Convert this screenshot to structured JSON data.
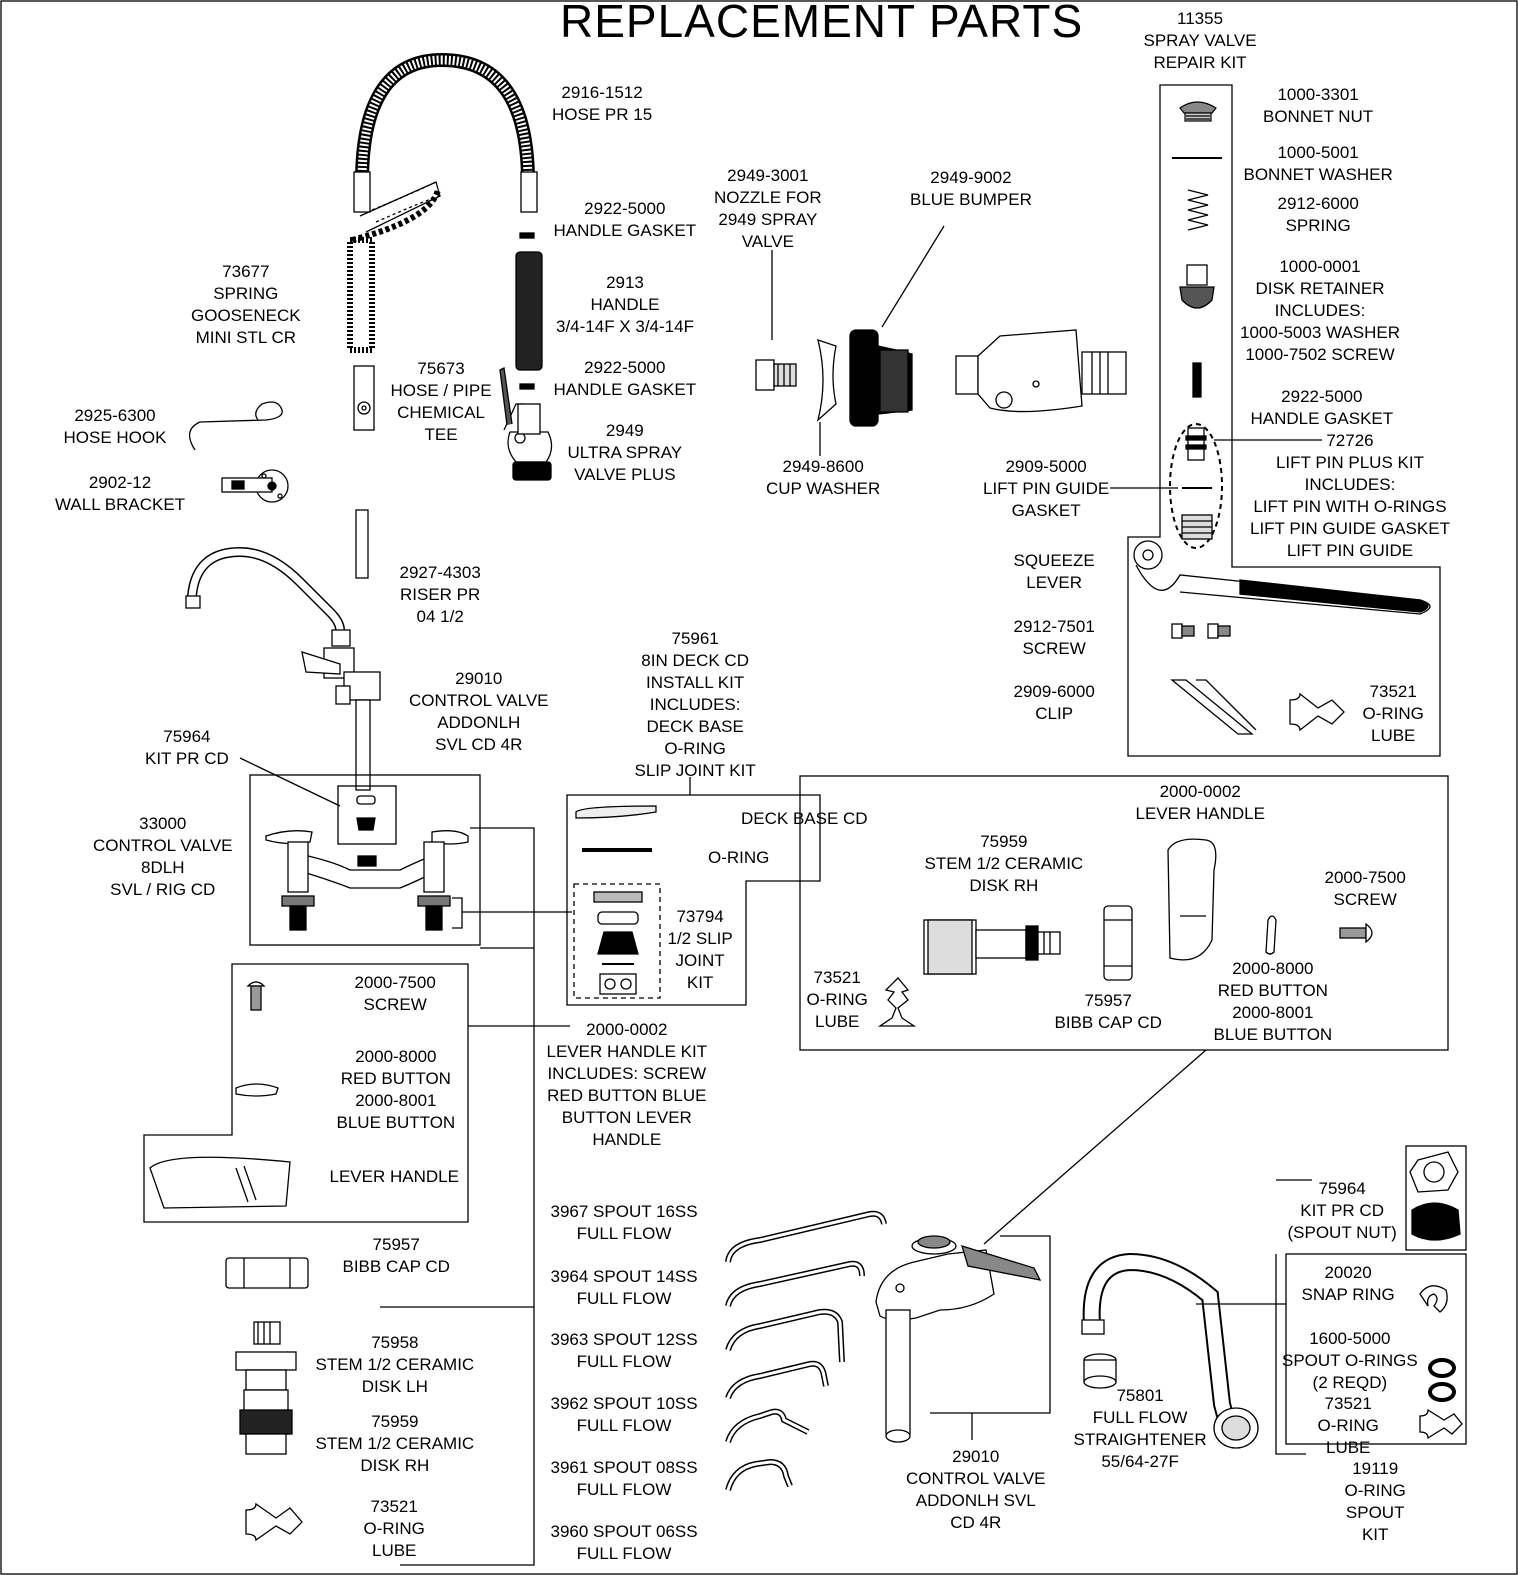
{
  "title": "REPLACEMENT PARTS",
  "labels": {
    "spray_valve_repair_kit": [
      "11355",
      "SPRAY VALVE",
      "REPAIR KIT"
    ],
    "bonnet_nut": [
      "1000-3301",
      "BONNET NUT"
    ],
    "bonnet_washer": [
      "1000-5001",
      "BONNET WASHER"
    ],
    "spring": [
      "2912-6000",
      "SPRING"
    ],
    "disk_retainer": [
      "1000-0001",
      "DISK RETAINER",
      "INCLUDES:",
      "1000-5003 WASHER",
      "1000-7502 SCREW"
    ],
    "handle_gasket_r": [
      "2922-5000",
      "HANDLE GASKET"
    ],
    "lift_pin_kit": [
      "72726",
      "LIFT PIN PLUS KIT",
      "INCLUDES:",
      "LIFT PIN WITH O-RINGS",
      "LIFT PIN GUIDE GASKET",
      "LIFT PIN GUIDE"
    ],
    "lift_pin_guide_gasket": [
      "2909-5000",
      "LIFT PIN GUIDE",
      "GASKET"
    ],
    "squeeze_lever": [
      "SQUEEZE",
      "LEVER"
    ],
    "screw_2912": [
      "2912-7501",
      "SCREW"
    ],
    "clip": [
      "2909-6000",
      "CLIP"
    ],
    "oring_lube_a": [
      "73521",
      "O-RING",
      "LUBE"
    ],
    "hose": [
      "2916-1512",
      "HOSE PR 15"
    ],
    "handle_gasket_1": [
      "2922-5000",
      "HANDLE GASKET"
    ],
    "handle_2913": [
      "2913",
      "HANDLE",
      "3/4-14F X 3/4-14F"
    ],
    "handle_gasket_2": [
      "2922-5000",
      "HANDLE GASKET"
    ],
    "ultra_spray": [
      "2949",
      "ULTRA SPRAY",
      "VALVE PLUS"
    ],
    "nozzle": [
      "2949-3001",
      "NOZZLE FOR",
      "2949 SPRAY",
      "VALVE"
    ],
    "blue_bumper": [
      "2949-9002",
      "BLUE BUMPER"
    ],
    "cup_washer": [
      "2949-8600",
      "CUP WASHER"
    ],
    "spring_gooseneck": [
      "73677",
      "SPRING",
      "GOOSENECK",
      "MINI STL CR"
    ],
    "chemical_tee": [
      "75673",
      "HOSE / PIPE",
      "CHEMICAL",
      "TEE"
    ],
    "hose_hook": [
      "2925-6300",
      "HOSE HOOK"
    ],
    "wall_bracket": [
      "2902-12",
      "WALL BRACKET"
    ],
    "riser": [
      "2927-4303",
      "RISER PR",
      "04 1/2"
    ],
    "control_valve_29010": [
      "29010",
      "CONTROL VALVE",
      "ADDONLH",
      "SVL CD 4R"
    ],
    "deck_install_kit": [
      "75961",
      "8IN DECK CD",
      "INSTALL KIT",
      "INCLUDES:",
      "DECK BASE",
      "O-RING",
      "SLIP JOINT KIT"
    ],
    "kit_pr_cd": [
      "75964",
      "KIT PR CD"
    ],
    "control_valve_33000": [
      "33000",
      "CONTROL VALVE",
      "8DLH",
      "SVL / RIG CD"
    ],
    "deck_base": [
      "DECK BASE CD"
    ],
    "oring": [
      "O-RING"
    ],
    "slip_joint": [
      "73794",
      "1/2 SLIP",
      "JOINT",
      "KIT"
    ],
    "screw_2000_l": [
      "2000-7500",
      "SCREW"
    ],
    "buttons_l": [
      "2000-8000",
      "RED BUTTON",
      "2000-8001",
      "BLUE BUTTON"
    ],
    "lever_handle_l": [
      "LEVER HANDLE"
    ],
    "lever_handle_kit": [
      "2000-0002",
      "LEVER HANDLE KIT",
      "INCLUDES: SCREW",
      "RED BUTTON BLUE",
      "BUTTON LEVER",
      "HANDLE"
    ],
    "bibb_cap_l": [
      "75957",
      "BIBB CAP CD"
    ],
    "stem_lh": [
      "75958",
      "STEM 1/2 CERAMIC",
      "DISK LH"
    ],
    "stem_rh_l": [
      "75959",
      "STEM 1/2 CERAMIC",
      "DISK RH"
    ],
    "oring_lube_b": [
      "73521",
      "O-RING",
      "LUBE"
    ],
    "lever_handle_r": [
      "2000-0002",
      "LEVER HANDLE"
    ],
    "stem_rh_r": [
      "75959",
      "STEM 1/2 CERAMIC",
      "DISK RH"
    ],
    "screw_2000_r": [
      "2000-7500",
      "SCREW"
    ],
    "oring_lube_c": [
      "73521",
      "O-RING",
      "LUBE"
    ],
    "bibb_cap_r": [
      "75957",
      "BIBB CAP CD"
    ],
    "buttons_r": [
      "2000-8000",
      "RED BUTTON",
      "2000-8001",
      "BLUE BUTTON"
    ],
    "spout_16": [
      "3967 SPOUT 16SS",
      "FULL FLOW"
    ],
    "spout_14": [
      "3964 SPOUT 14SS",
      "FULL FLOW"
    ],
    "spout_12": [
      "3963 SPOUT 12SS",
      "FULL FLOW"
    ],
    "spout_10": [
      "3962 SPOUT 10SS",
      "FULL FLOW"
    ],
    "spout_08": [
      "3961 SPOUT 08SS",
      "FULL FLOW"
    ],
    "spout_06": [
      "3960 SPOUT 06SS",
      "FULL FLOW"
    ],
    "control_valve_29010_b": [
      "29010",
      "CONTROL VALVE",
      "ADDONLH SVL",
      "CD 4R"
    ],
    "straightener": [
      "75801",
      "FULL FLOW",
      "STRAIGHTENER",
      "55/64-27F"
    ],
    "kit_pr_cd_spout": [
      "75964",
      "KIT PR CD",
      "(SPOUT NUT)"
    ],
    "snap_ring": [
      "20020",
      "SNAP RING"
    ],
    "spout_orings": [
      "1600-5000",
      "SPOUT O-RINGS",
      "(2 REQD)"
    ],
    "oring_lube_d": [
      "73521",
      "O-RING",
      "LUBE"
    ],
    "oring_spout_kit": [
      "19119",
      "O-RING",
      "SPOUT",
      "KIT"
    ]
  }
}
